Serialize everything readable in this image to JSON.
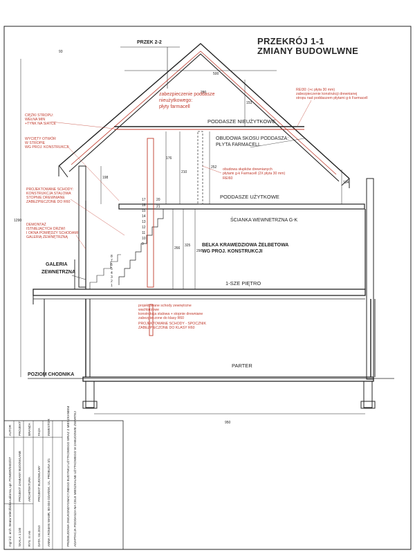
{
  "title": {
    "line1": "PRZEKRÓJ 1-1",
    "line2": "ZMIANY BUDOWLWNE"
  },
  "section_ref": "PRZEK 2-2",
  "rooms": {
    "attic_unused": "PODDASZE NIEUŻYTKOWE",
    "attic_used": "PODDASZE UŻYTKOWE",
    "first_floor": "1-SZE PIĘTRO",
    "ground_floor": "PARTER",
    "gallery_1": "GALERIA",
    "gallery_2": "ZEWNETRZNA",
    "ground_level": "POZIOM CHODNIKA"
  },
  "labels": {
    "wall_gk": "ŚCIANKA WEWNETRZNA G-K",
    "beam_1": "BELKA KRAWEDZIOWA ŻELBETOWA",
    "beam_2": "WG PROJ. KONSTRUKCJI",
    "slope_1": "OBUDOWA SKOSU PODDASZA:",
    "slope_2": "PŁYTA FARMACELL"
  },
  "red_labels": {
    "protect_1": "zabezpieczenie poddasze",
    "protect_2": "nieużytkowego:",
    "protect_3": "płyty farmacell",
    "ceiling_1": "CIĘŻKI STROPU:",
    "ceiling_2": "WEŁNA MIN",
    "ceiling_3": "+TYNK NA SIATCE",
    "cut_1": "WYCIĘTY OTWÓR",
    "cut_2": "W STROPIE",
    "cut_3": "WG PROJ. KONSTRUKCJI",
    "stairs_1": "PROJEKTOWANE SCHODY:",
    "stairs_2": "KONSTRUKCJA STALOWA",
    "stairs_3": "STOPNIE DREWNIANE",
    "stairs_4": "ZABEZPIECZONE DO R60",
    "demolish_1": "DEMONTAŻ",
    "demolish_2": "ISTNIEJĄCYCH DRZWI",
    "demolish_3": "I OKNA POMIĘDZY SCHODAMI",
    "demolish_4": "GALERIĄ ZEWNĘTRZNĄ",
    "rei_1": "REI30: (+c płyta 30 mm)",
    "rei_2": "zabezpieczenie konstrukcji drewnianej",
    "rei_3": "stropu nad poddaszem płytami g-k Farmacell",
    "posts_1": "obudowa słupków drewnianych",
    "posts_2": "płytami g-k Farmacell (2X płyta 30 mm)",
    "posts_3": "REI60",
    "ext_1": "projektowane schody zewnętrzne",
    "ext_2": "wachlarzowe",
    "ext_3": "konstrukcja stalowa + stopnie drewniane",
    "ext_4": "zabezpieczone do klasy R60",
    "ext_5": "PROJEKTOWANE SCHODY - SPOCZNIK",
    "ext_6": "ZABEZPIECZONE DO KLASY R60"
  },
  "dimensions": {
    "ridge_w": "500",
    "h_top": "280",
    "h_attic_1": "176",
    "h_attic_2": "210",
    "h_attic_3": "252",
    "h_side_l": "198",
    "h_side_r": "134",
    "h_floor_1": "266",
    "h_floor_2": "325",
    "h_floor_3": "290",
    "h_total": "1290",
    "h_small": "93",
    "span_total": "950",
    "slope_h": "153",
    "step_nums": [
      "17",
      "16",
      "15",
      "14",
      "13",
      "12",
      "11",
      "10",
      "9"
    ],
    "step_top": [
      "20",
      "21"
    ],
    "lower_steps": [
      "8",
      "7",
      "6",
      "5",
      "4",
      "3",
      "2",
      "1"
    ]
  },
  "title_block": {
    "c1_l": "AUTOR",
    "c1_v": "mgr inż. arch. Beata Wierzbicka-Łakoma, upr. POMOR/0402/07",
    "c2_l": "PROJEKT",
    "c2_v": "PROJEKT ZAMIANY BUDOWLANE",
    "c3_l": "SKALA",
    "c3_v": "SKALA 1:100",
    "c4_l": "BRANŻA",
    "c4_v": "ARCHITEKTURA",
    "c5_l": "INWESTOR",
    "c5_v": "ANNA I ROMAN WAMR, 80-404 GDAŃSK, UL. PROBUSA 3/1",
    "c6_l": "FAZA",
    "c6_v": "PROJEKT BUDOWLANY",
    "c7_l": "DATA",
    "c7_v": "DATA: 04.2010",
    "c8_l": "NR RYS.",
    "c8_v": "RYS. nr A6",
    "c9_v": "PRZEBUDOWA DWUKONDYGNACYJNEGO BUDYNKU UŻYTKOWEGO WRAZ Z MIESZKANIEM",
    "c10_v": "ADAPTACJA PODDASZA NA CELE MIESZKALNE UŻYTKOWEGO W ZABUDOWIE ZWARTEJ"
  }
}
